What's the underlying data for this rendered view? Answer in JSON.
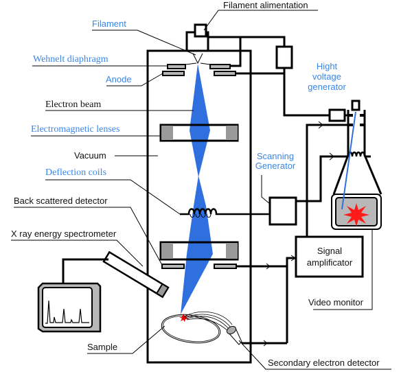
{
  "labels": {
    "filament_alimentation": "Filament alimentation",
    "filament": "Filament",
    "wehnelt": "Wehnelt diaphragm",
    "anode": "Anode",
    "electron_beam": "Electron beam",
    "lenses": "Electromagnetic lenses",
    "vacuum": "Vacuum",
    "deflection": "Deflection coils",
    "backscattered": "Back scattered detector",
    "xray": "X ray energy spectrometer",
    "sample": "Sample",
    "secondary": "Secondary electron detector",
    "hv_line1": "Hight",
    "hv_line2": "voltage",
    "hv_line3": "generator",
    "scan_line1": "Scanning",
    "scan_line2": "Generator",
    "amp_line1": "Signal",
    "amp_line2": "amplificator",
    "video": "Video monitor"
  },
  "colors": {
    "label_blue": "#3a86e8",
    "beam": "#2f6fde",
    "spark": "#ff1a1a",
    "detector_gray": "#b8b8b8"
  }
}
